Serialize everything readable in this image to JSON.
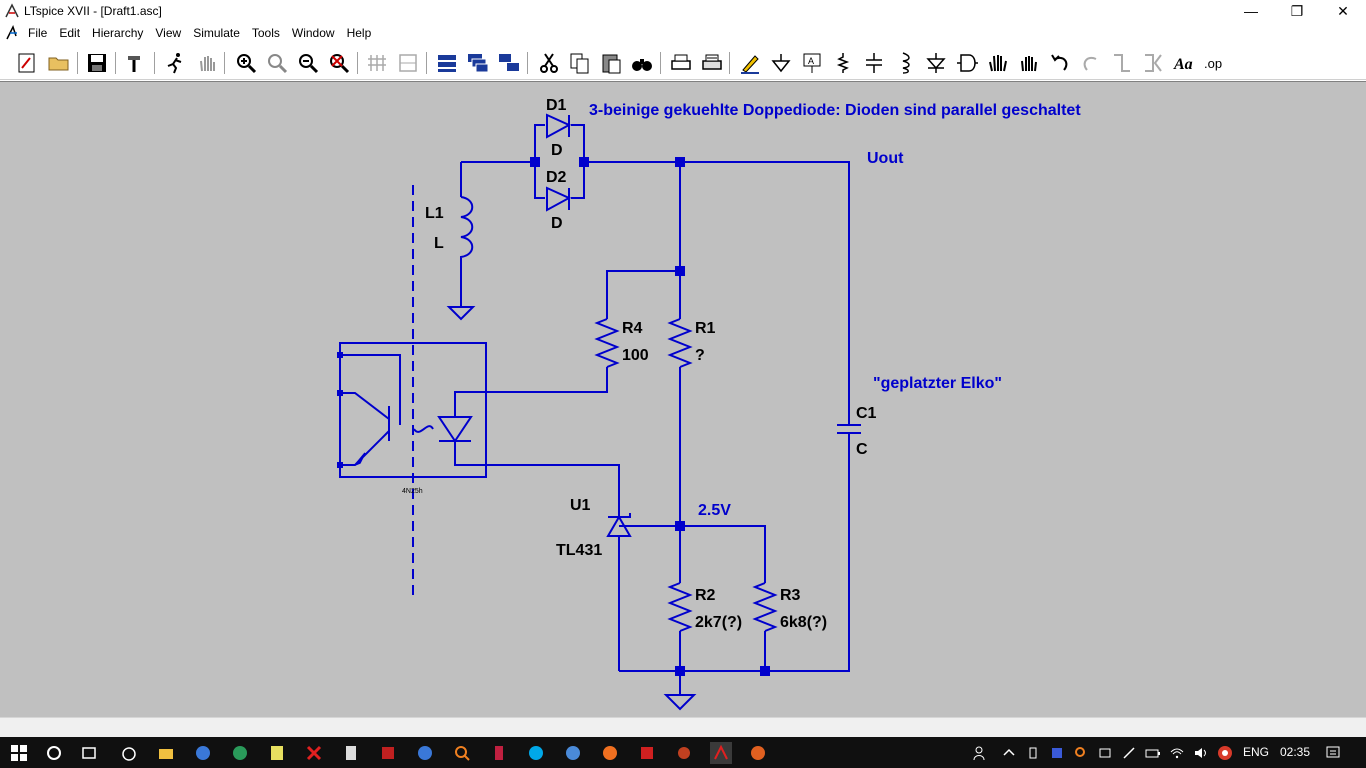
{
  "window": {
    "title": "LTspice XVII - [Draft1.asc]"
  },
  "menu": {
    "items": [
      {
        "label": "File"
      },
      {
        "label": "Edit"
      },
      {
        "label": "Hierarchy"
      },
      {
        "label": "View"
      },
      {
        "label": "Simulate"
      },
      {
        "label": "Tools"
      },
      {
        "label": "Window"
      },
      {
        "label": "Help"
      }
    ]
  },
  "schematic": {
    "comment_top": "3-beinige gekuehlte Doppediode: Dioden sind parallel geschaltet",
    "comment_elko": "\"geplatzter Elko\"",
    "net_uout": "Uout",
    "net_2v5": "2.5V",
    "d1": {
      "ref": "D1",
      "value": "D"
    },
    "d2": {
      "ref": "D2",
      "value": "D"
    },
    "l1": {
      "ref": "L1",
      "value": "L"
    },
    "r4": {
      "ref": "R4",
      "value": "100"
    },
    "r1": {
      "ref": "R1",
      "value": "?"
    },
    "r2": {
      "ref": "R2",
      "value": "2k7(?)"
    },
    "r3": {
      "ref": "R3",
      "value": "6k8(?)"
    },
    "c1": {
      "ref": "C1",
      "value": "C"
    },
    "u1": {
      "ref": "U1",
      "value": "TL431"
    },
    "optocoupler_label": "4N25h"
  },
  "colors": {
    "wire": "#0000cc",
    "canvas": "#c0c0c0",
    "text": "#000000",
    "comment": "#0000cc"
  },
  "taskbar": {
    "language": "ENG",
    "time": "02:35"
  }
}
